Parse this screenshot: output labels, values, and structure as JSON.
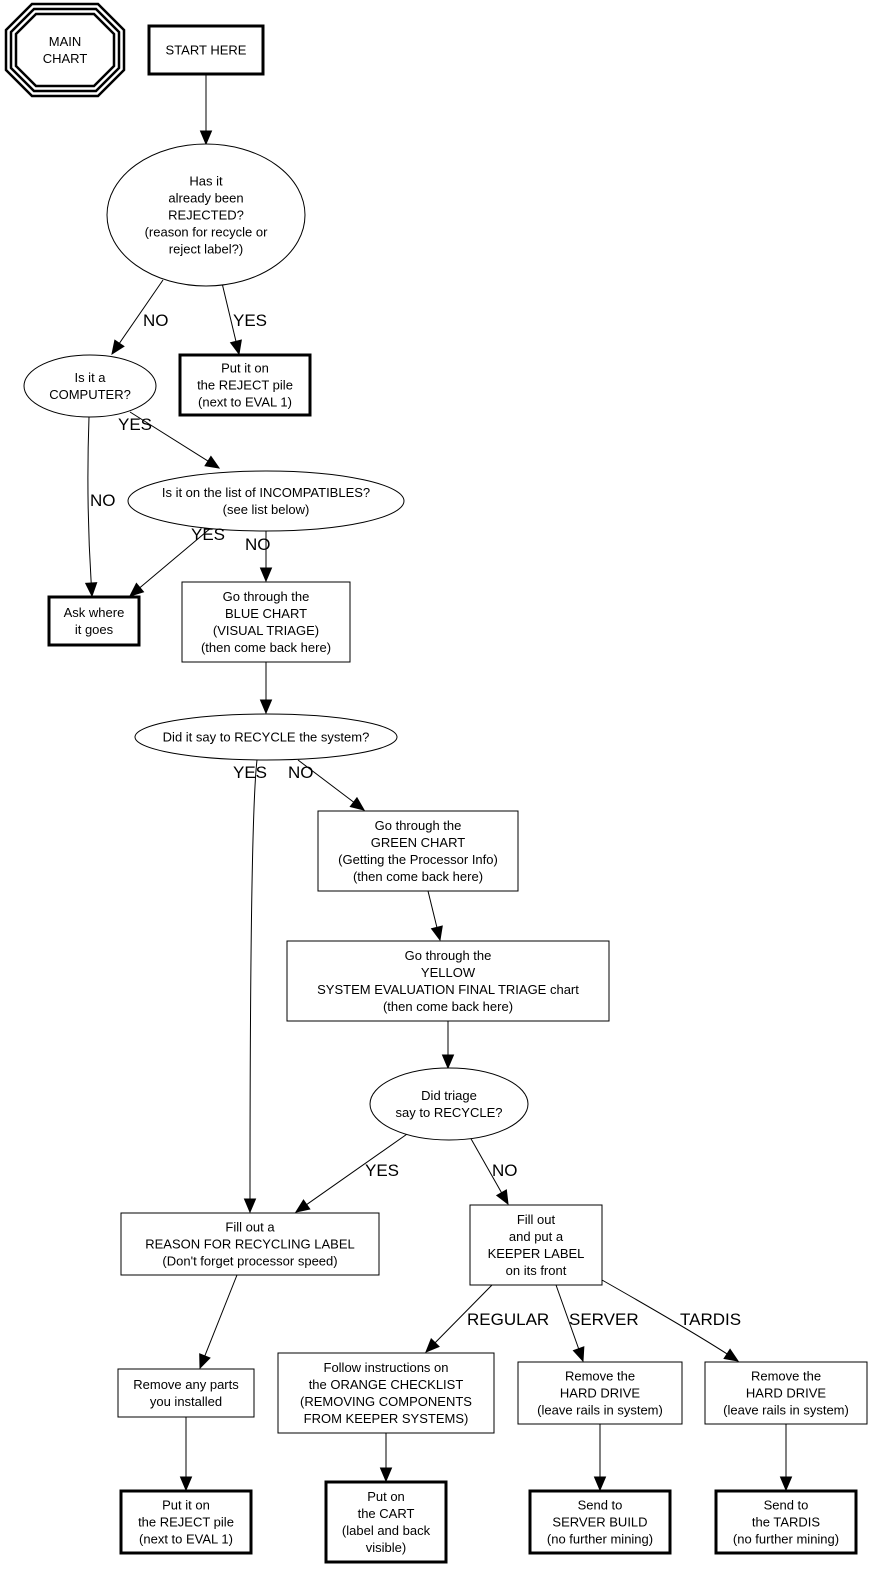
{
  "title": "MAIN CHART",
  "nodes": {
    "main_chart": {
      "label": [
        "MAIN",
        "CHART"
      ],
      "shape": "octagon"
    },
    "start": {
      "label": [
        "START HERE"
      ],
      "shape": "box-bold"
    },
    "rejected_q": {
      "label": [
        "Has it",
        "already been",
        "REJECTED?",
        "(reason for recycle or",
        "reject label?)"
      ],
      "shape": "ellipse"
    },
    "reject_pile_1": {
      "label": [
        "Put it on",
        "the REJECT pile",
        "(next to EVAL 1)"
      ],
      "shape": "box-bold"
    },
    "computer_q": {
      "label": [
        "Is it a",
        "COMPUTER?"
      ],
      "shape": "ellipse"
    },
    "incompat_q": {
      "label": [
        "Is it on the list of INCOMPATIBLES?",
        "(see list below)"
      ],
      "shape": "ellipse"
    },
    "ask_where": {
      "label": [
        "Ask where",
        "it goes"
      ],
      "shape": "box-bold"
    },
    "blue_chart": {
      "label": [
        "Go through the",
        "BLUE CHART",
        "(VISUAL TRIAGE)",
        "(then come back here)"
      ],
      "shape": "box"
    },
    "recycle_q": {
      "label": [
        "Did it say to RECYCLE the system?"
      ],
      "shape": "ellipse"
    },
    "green_chart": {
      "label": [
        "Go through the",
        "GREEN CHART",
        "(Getting the Processor Info)",
        "(then come back here)"
      ],
      "shape": "box"
    },
    "yellow_chart": {
      "label": [
        "Go through the",
        "YELLOW",
        "SYSTEM EVALUATION FINAL TRIAGE chart",
        "(then come back here)"
      ],
      "shape": "box"
    },
    "triage_q": {
      "label": [
        "Did triage",
        "say to RECYCLE?"
      ],
      "shape": "ellipse"
    },
    "recycle_label": {
      "label": [
        "Fill out a",
        "REASON FOR RECYCLING LABEL",
        "(Don't forget processor speed)"
      ],
      "shape": "box"
    },
    "keeper_label": {
      "label": [
        "Fill out",
        "and put a",
        "KEEPER LABEL",
        "on its front"
      ],
      "shape": "box"
    },
    "remove_parts": {
      "label": [
        "Remove any parts",
        "you installed"
      ],
      "shape": "box"
    },
    "orange_checklist": {
      "label": [
        "Follow instructions on",
        "the ORANGE CHECKLIST",
        "(REMOVING COMPONENTS",
        "FROM KEEPER SYSTEMS)"
      ],
      "shape": "box"
    },
    "remove_hd_server": {
      "label": [
        "Remove the",
        "HARD DRIVE",
        "(leave rails in system)"
      ],
      "shape": "box"
    },
    "remove_hd_tardis": {
      "label": [
        "Remove the",
        "HARD DRIVE",
        "(leave rails in system)"
      ],
      "shape": "box"
    },
    "reject_pile_2": {
      "label": [
        "Put it on",
        "the REJECT pile",
        "(next to EVAL 1)"
      ],
      "shape": "box-bold"
    },
    "cart": {
      "label": [
        "Put on",
        "the CART",
        "(label and back",
        "visible)"
      ],
      "shape": "box-bold"
    },
    "server_build": {
      "label": [
        "Send to",
        "SERVER BUILD",
        "(no further mining)"
      ],
      "shape": "box-bold"
    },
    "tardis": {
      "label": [
        "Send to",
        "the TARDIS",
        "(no further mining)"
      ],
      "shape": "box-bold"
    }
  },
  "edges": [
    {
      "from": "start",
      "to": "rejected_q",
      "label": ""
    },
    {
      "from": "rejected_q",
      "to": "computer_q",
      "label": "NO"
    },
    {
      "from": "rejected_q",
      "to": "reject_pile_1",
      "label": "YES"
    },
    {
      "from": "computer_q",
      "to": "incompat_q",
      "label": "YES"
    },
    {
      "from": "computer_q",
      "to": "ask_where",
      "label": "NO"
    },
    {
      "from": "incompat_q",
      "to": "ask_where",
      "label": "YES"
    },
    {
      "from": "incompat_q",
      "to": "blue_chart",
      "label": "NO"
    },
    {
      "from": "blue_chart",
      "to": "recycle_q",
      "label": ""
    },
    {
      "from": "recycle_q",
      "to": "recycle_label",
      "label": "YES"
    },
    {
      "from": "recycle_q",
      "to": "green_chart",
      "label": "NO"
    },
    {
      "from": "green_chart",
      "to": "yellow_chart",
      "label": ""
    },
    {
      "from": "yellow_chart",
      "to": "triage_q",
      "label": ""
    },
    {
      "from": "triage_q",
      "to": "recycle_label",
      "label": "YES"
    },
    {
      "from": "triage_q",
      "to": "keeper_label",
      "label": "NO"
    },
    {
      "from": "recycle_label",
      "to": "remove_parts",
      "label": ""
    },
    {
      "from": "remove_parts",
      "to": "reject_pile_2",
      "label": ""
    },
    {
      "from": "keeper_label",
      "to": "orange_checklist",
      "label": "REGULAR"
    },
    {
      "from": "keeper_label",
      "to": "remove_hd_server",
      "label": "SERVER"
    },
    {
      "from": "keeper_label",
      "to": "remove_hd_tardis",
      "label": "TARDIS"
    },
    {
      "from": "orange_checklist",
      "to": "cart",
      "label": ""
    },
    {
      "from": "remove_hd_server",
      "to": "server_build",
      "label": ""
    },
    {
      "from": "remove_hd_tardis",
      "to": "tardis",
      "label": ""
    }
  ]
}
